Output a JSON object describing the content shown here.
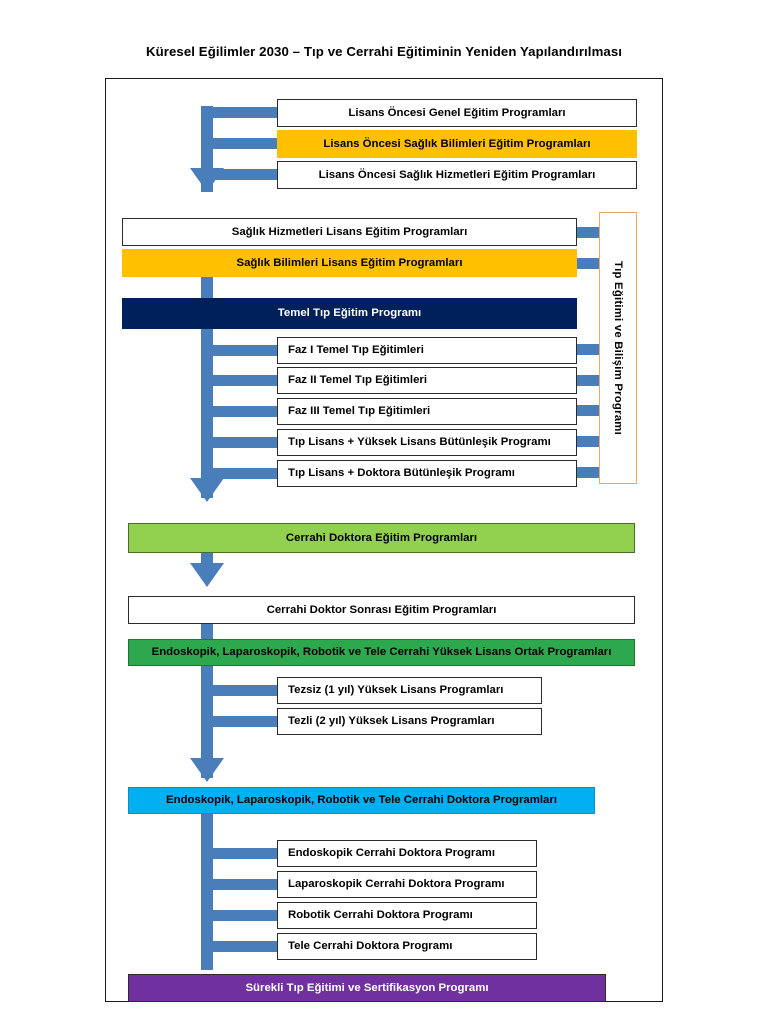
{
  "title": "Küresel Eğilimler 2030 – Tıp ve Cerrahi Eğitiminin Yeniden Yapılandırılması",
  "colors": {
    "connector": "#4A7EBB",
    "orange_fill": "#FFC000",
    "navy_fill": "#00205B",
    "light_green_fill": "#92D050",
    "green_fill": "#2EA84F",
    "cyan_fill": "#00B0F0",
    "purple_fill": "#7030A0",
    "side_box_border": "#F0A868",
    "frame_border": "#1A1A1A"
  },
  "side_box": {
    "label": "Tıp Eğitimi ve Bilişim Programı"
  },
  "nodes": {
    "pre_undergrad": [
      {
        "label": "Lisans Öncesi Genel Eğitim Programları",
        "style": "outline"
      },
      {
        "label": "Lisans Öncesi Sağlık Bilimleri Eğitim Programları",
        "style": "orange"
      },
      {
        "label": "Lisans Öncesi Sağlık Hizmetleri Eğitim Programları",
        "style": "outline"
      }
    ],
    "undergrad": [
      {
        "label": "Sağlık Hizmetleri Lisans Eğitim Programları",
        "style": "outline"
      },
      {
        "label": "Sağlık Bilimleri Lisans Eğitim Programları",
        "style": "orange"
      },
      {
        "label": "Temel Tıp Eğitim Programı",
        "style": "navy"
      }
    ],
    "phases": [
      {
        "label": "Faz I Temel Tıp Eğitimleri"
      },
      {
        "label": "Faz II Temel Tıp Eğitimleri"
      },
      {
        "label": "Faz III Temel Tıp Eğitimleri"
      },
      {
        "label": "Tıp Lisans + Yüksek Lisans Bütünleşik Programı"
      },
      {
        "label": "Tıp Lisans + Doktora Bütünleşik Programı"
      }
    ],
    "surgical_doctorate": {
      "label": "Cerrahi Doktora Eğitim Programları",
      "style": "light-green"
    },
    "post_doctor": {
      "label": "Cerrahi Doktor Sonrası Eğitim Programları",
      "style": "outline"
    },
    "masters_joint": {
      "label": "Endoskopik, Laparoskopik, Robotik ve Tele Cerrahi Yüksek Lisans Ortak Programları",
      "style": "green"
    },
    "masters_types": [
      {
        "label": "Tezsiz (1 yıl) Yüksek Lisans Programları"
      },
      {
        "label": "Tezli (2 yıl) Yüksek Lisans Programları"
      }
    ],
    "doctorate_joint": {
      "label": "Endoskopik, Laparoskopik, Robotik ve Tele Cerrahi Doktora Programları",
      "style": "cyan"
    },
    "doctorate_types": [
      {
        "label": "Endoskopik Cerrahi Doktora Programı"
      },
      {
        "label": "Laparoskopik Cerrahi Doktora Programı"
      },
      {
        "label": "Robotik Cerrahi Doktora Programı"
      },
      {
        "label": "Tele Cerrahi Doktora Programı"
      }
    ],
    "continuing": {
      "label": "Sürekli Tıp Eğitimi ve Sertifikasyon Programı",
      "style": "purple"
    }
  }
}
